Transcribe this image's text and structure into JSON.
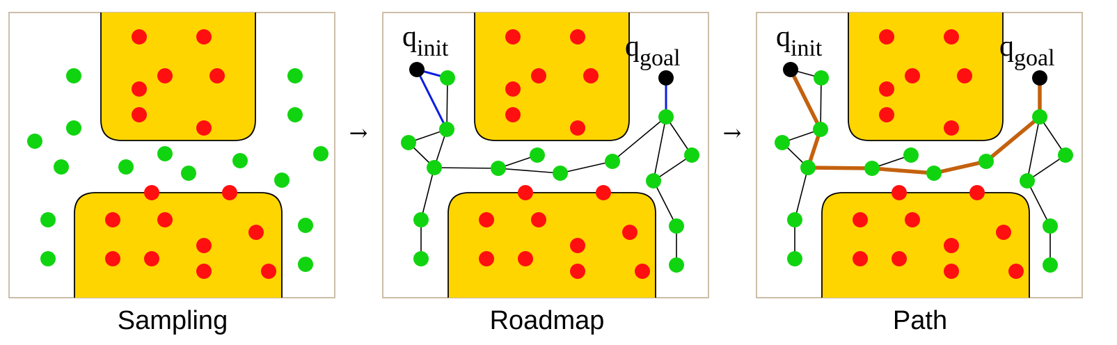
{
  "panels": [
    {
      "caption": "Sampling"
    },
    {
      "caption": "Roadmap"
    },
    {
      "caption": "Path"
    }
  ],
  "arrows": [
    "→",
    "→"
  ],
  "labels": {
    "q_symbol": "q",
    "init_subscript": "init",
    "goal_subscript": "goal"
  },
  "colors": {
    "obstacle": "#ffd500",
    "free_sample": "#11d411",
    "collision_sample": "#ff0f0f",
    "endpoint": "#000000",
    "roadmap_edge": "#000000",
    "connection_edge": "#0a1ee0",
    "solution_path": "#c4610e"
  }
}
